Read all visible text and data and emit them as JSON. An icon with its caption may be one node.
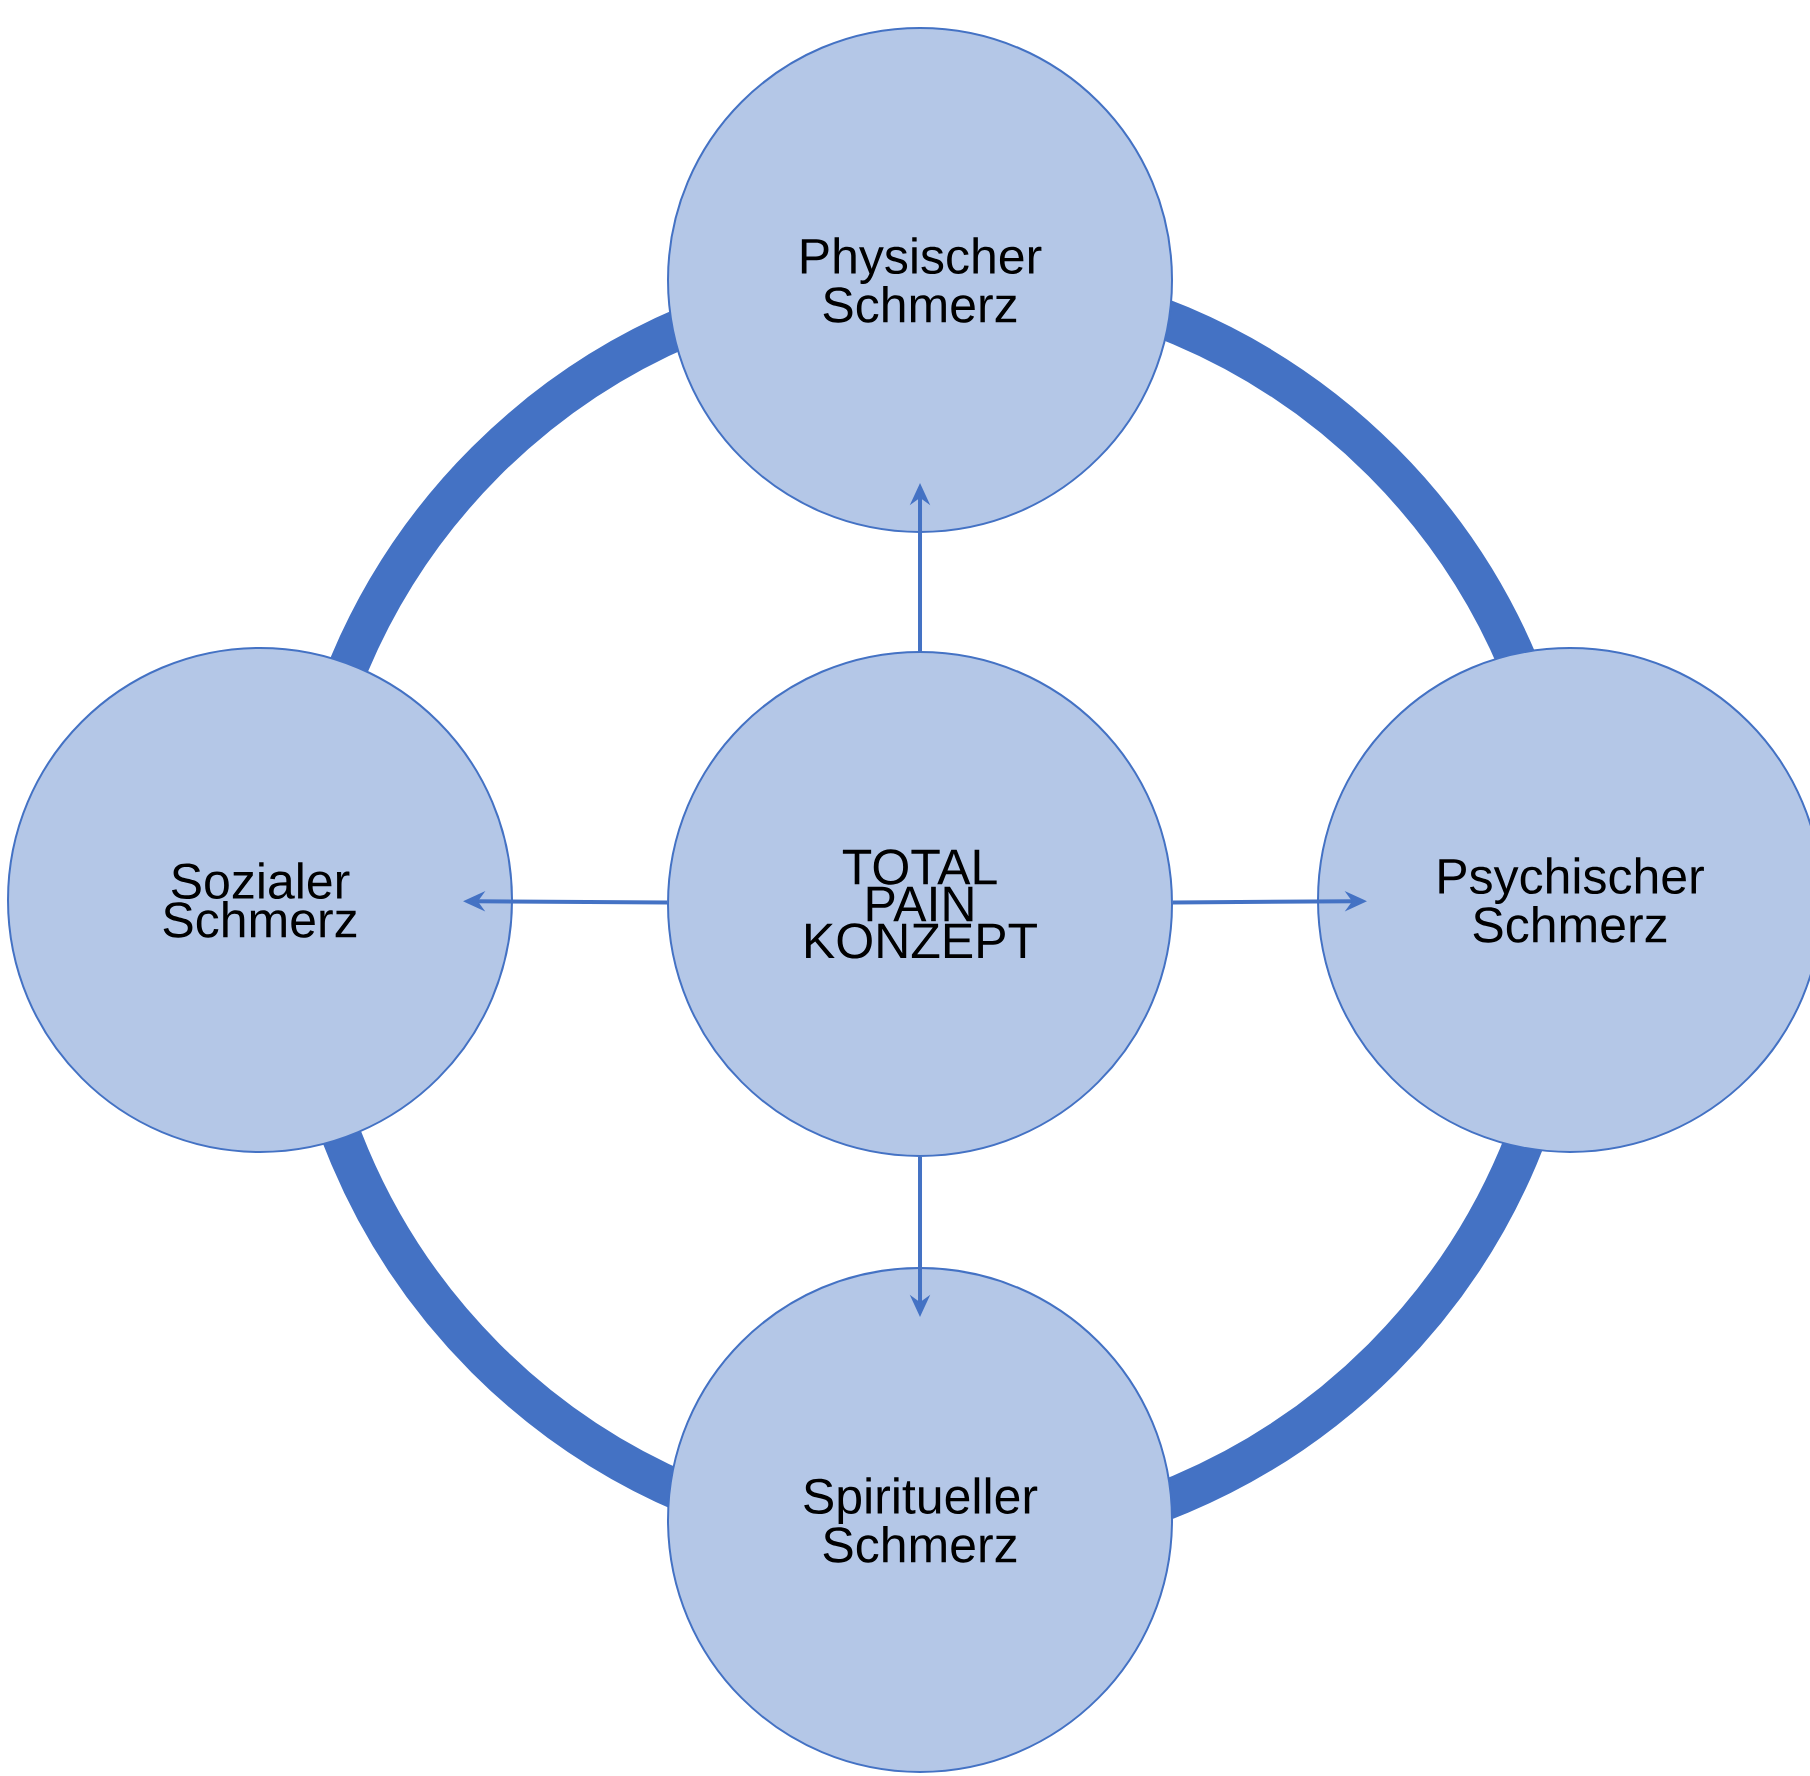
{
  "diagram": {
    "nodes": [
      {
        "text": [
          "Physischer Schmerz"
        ]
      },
      {
        "text": [
          "Sozialer Schmerz"
        ]
      },
      {
        "text": [
          "TOTAL PAIN KONZEPT"
        ]
      },
      {
        "text": [
          "Psychischer Schmerz"
        ]
      },
      {
        "text": [
          "Spiritueller Schmerz"
        ]
      }
    ],
    "edges": [
      {
        "from": 2,
        "to": 0,
        "arrow": "to"
      },
      {
        "from": 2,
        "to": 1,
        "arrow": "to"
      },
      {
        "from": 2,
        "to": 3,
        "arrow": "to"
      },
      {
        "from": 2,
        "to": 4,
        "arrow": "to"
      }
    ]
  }
}
